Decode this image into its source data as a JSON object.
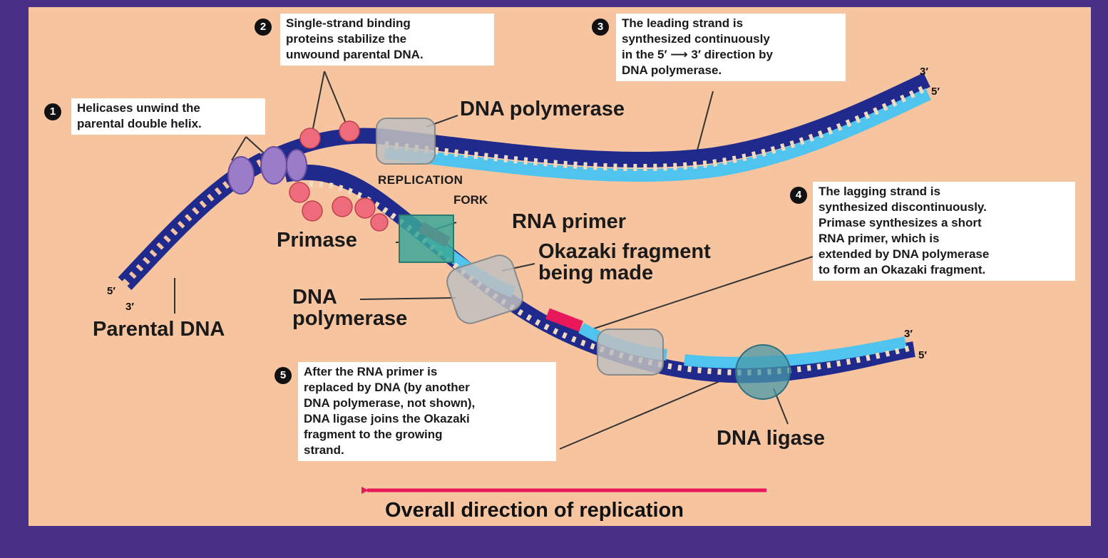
{
  "colors": {
    "background_frame": "#4a2f86",
    "panel": "#f7c4a0",
    "parental_strand": "#1f2a8c",
    "new_strand": "#4ec4ee",
    "rna_primer": "#e8185a",
    "helicase": "#9a7cc8",
    "ssb_protein": "#ee6b7c",
    "primase": "#3aa898",
    "polymerase": "#bfbfbf",
    "ligase": "#4a9aa8",
    "direction_arrow": "#e8185a"
  },
  "callouts": {
    "c1": {
      "number": "1",
      "lines": [
        "Helicases unwind the",
        "parental double helix."
      ]
    },
    "c2": {
      "number": "2",
      "lines": [
        "Single-strand binding",
        "proteins stabilize the",
        "unwound parental DNA."
      ]
    },
    "c3": {
      "number": "3",
      "lines": [
        "The leading strand is",
        "synthesized continuously",
        "in the 5′ ⟶ 3′ direction by",
        "DNA polymerase."
      ]
    },
    "c4": {
      "number": "4",
      "lines": [
        "The lagging strand is",
        "synthesized discontinuously.",
        "Primase synthesizes a short",
        "RNA primer, which is",
        "extended by DNA polymerase",
        "to form an Okazaki fragment."
      ]
    },
    "c5": {
      "number": "5",
      "lines": [
        "After the RNA primer is",
        "replaced by DNA (by another",
        "DNA polymerase, not shown),",
        "DNA ligase joins the Okazaki",
        "fragment to the growing",
        "strand."
      ]
    }
  },
  "labels": {
    "dna_polymerase_top": "DNA polymerase",
    "replication": "REPLICATION",
    "fork": "FORK",
    "rna_primer": "RNA primer",
    "primase": "Primase",
    "okazaki": "Okazaki fragment\nbeing made",
    "dna_polymerase_bottom": "DNA\npolymerase",
    "parental_dna": "Parental DNA",
    "dna_ligase": "DNA ligase",
    "direction": "Overall direction of replication"
  },
  "ends": {
    "left_5": "5′",
    "left_3": "3′",
    "top_right_3": "3′",
    "top_right_5": "5′",
    "bottom_right_3": "3′",
    "bottom_right_5": "5′"
  },
  "icons": {
    "helicase": "helicase-protein-icon",
    "ssb": "single-strand-binding-protein-icon",
    "primase": "primase-enzyme-icon",
    "polymerase": "dna-polymerase-icon",
    "ligase": "dna-ligase-icon",
    "arrow": "direction-arrow-icon"
  }
}
